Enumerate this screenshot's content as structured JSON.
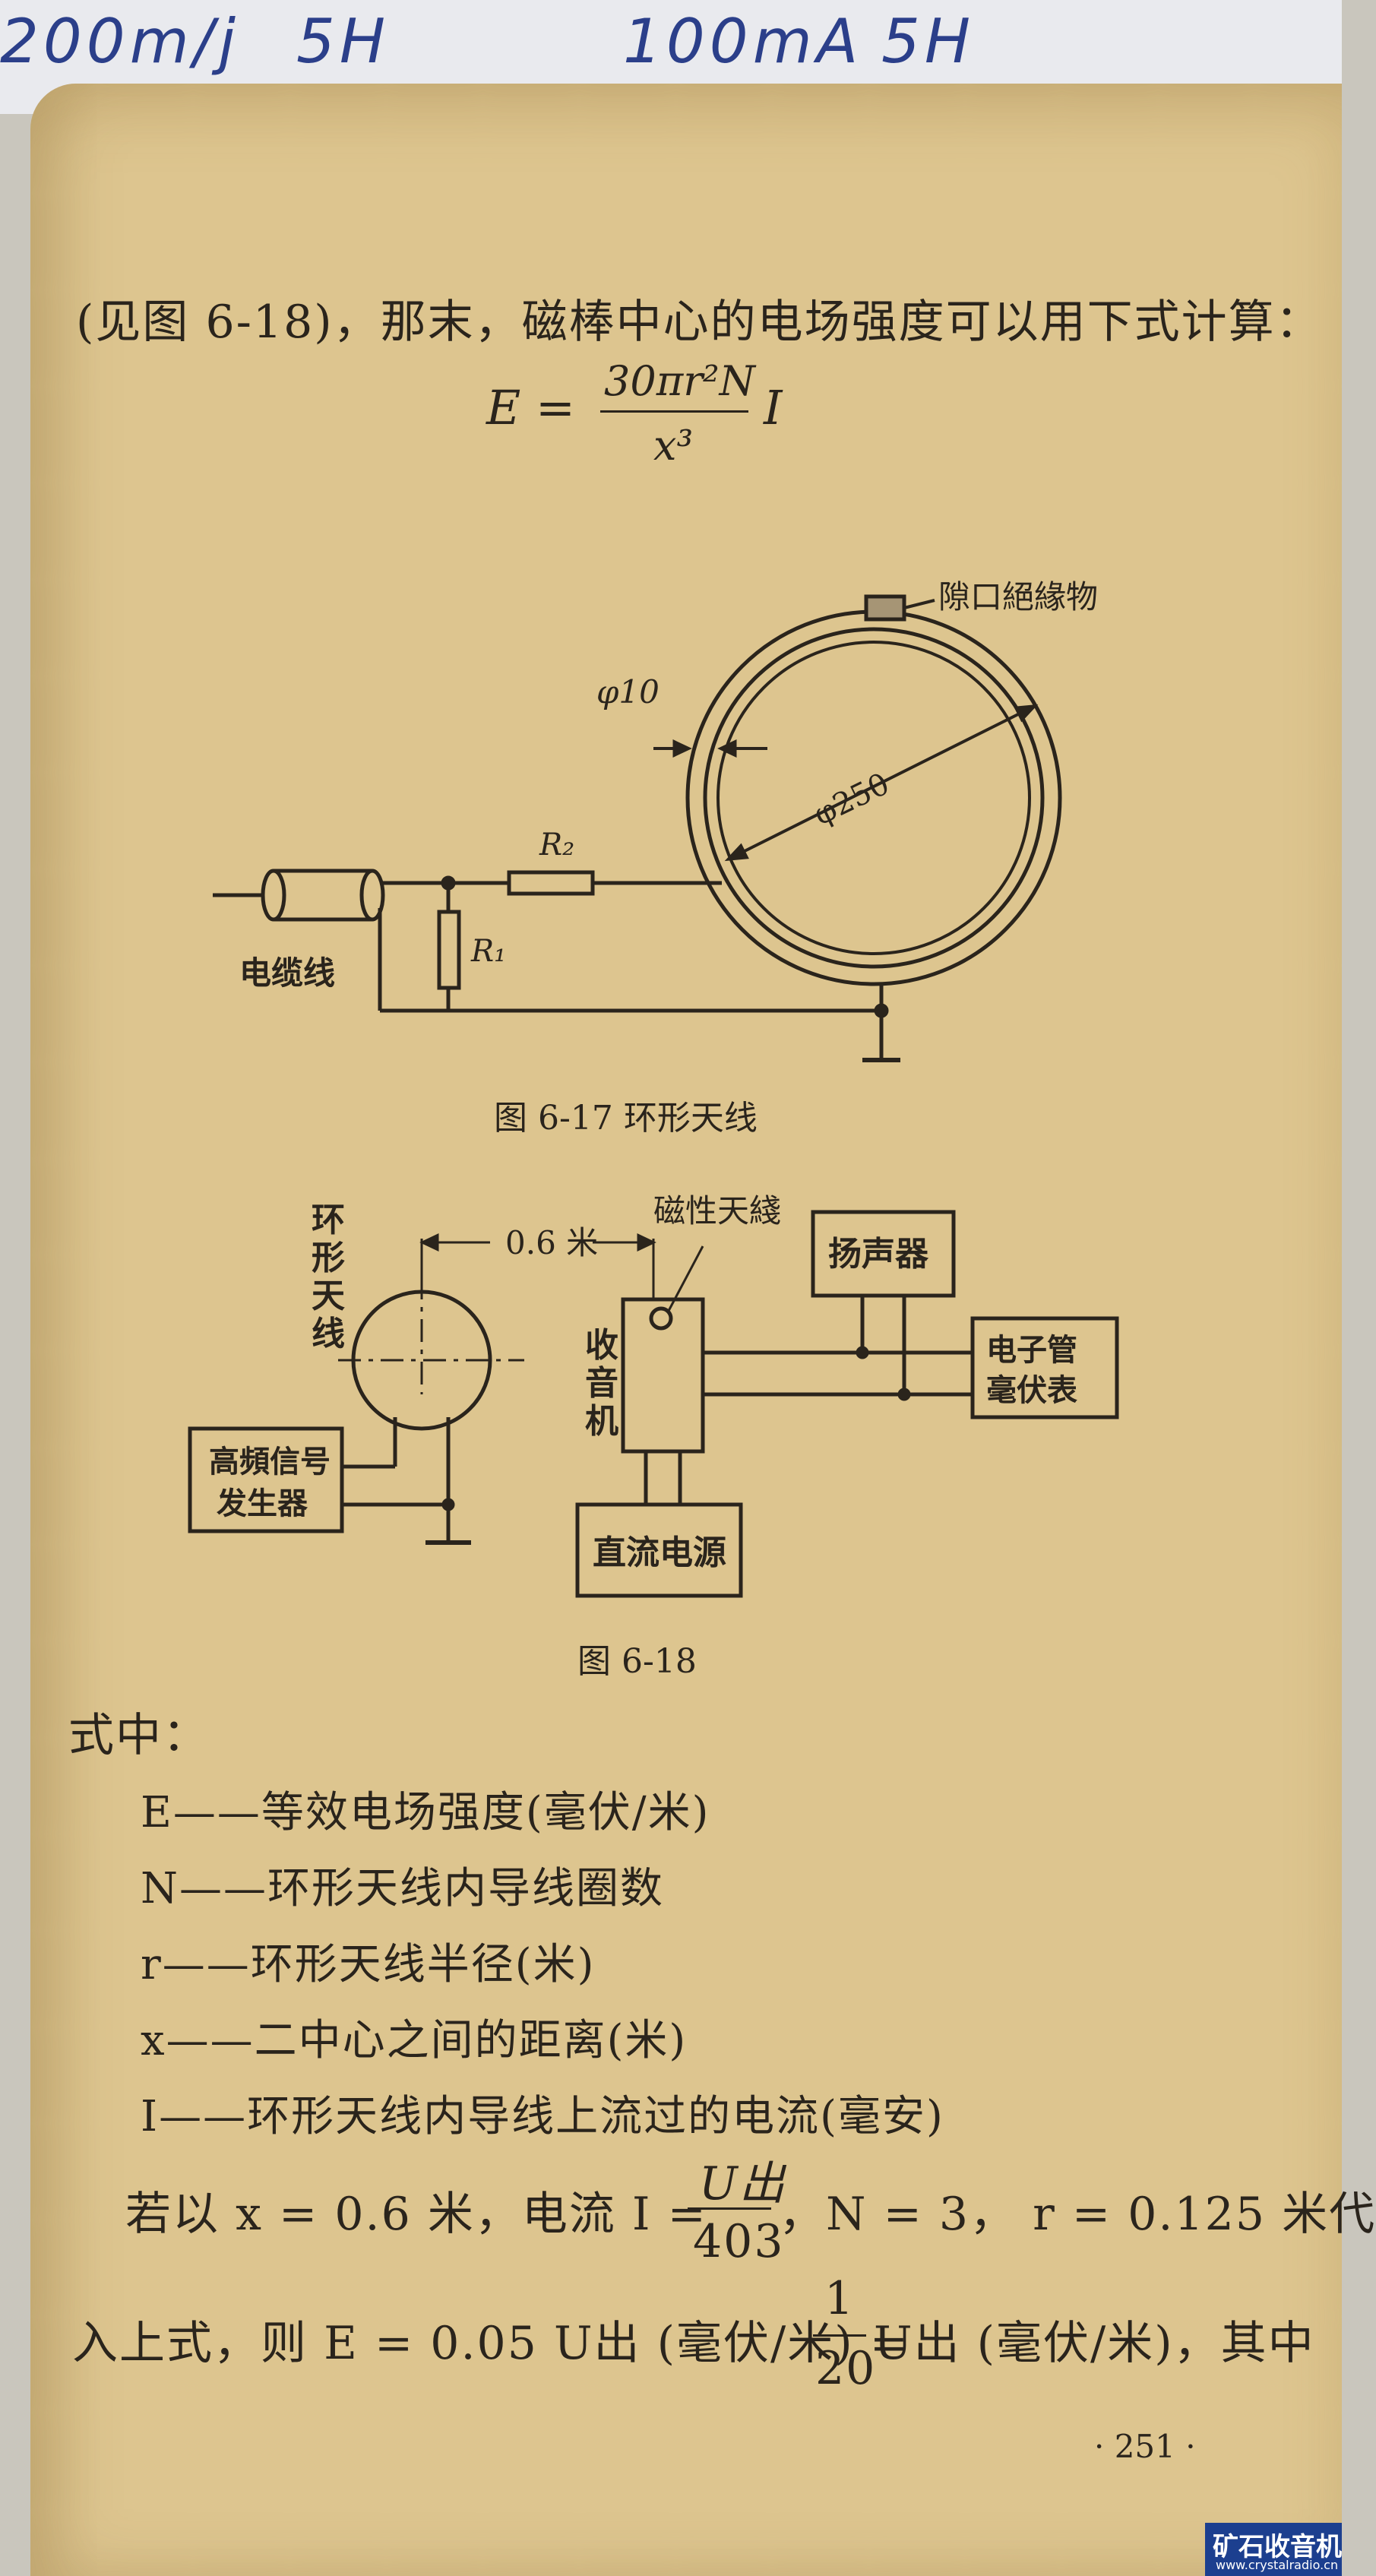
{
  "handwriting": {
    "items": [
      "200m/j",
      "5H",
      "100mA",
      "5H"
    ]
  },
  "text": {
    "intro": "(见图 6-18)，那末，磁棒中心的电场强度可以用下式计算：",
    "formula_lhs": "E =",
    "formula_num": "30πr²N",
    "formula_den": "x³",
    "formula_rhs": "I",
    "shizhong": "式中：",
    "sub_line1": "若以 x = 0.6 米，电流 I =",
    "sub_frac1_num": "U出",
    "sub_frac1_den": "403",
    "sub_line1_tail": "，N = 3， r = 0.125 米代",
    "sub_line2": "入上式，则 E = 0.05 U出 (毫伏/米) =",
    "sub_frac2_num": "1",
    "sub_frac2_den": "20",
    "sub_line2_tail": "U出 (毫伏/米)，其中",
    "page_number": "· 251 ·"
  },
  "definitions": [
    "E——等效电场强度(毫伏/米)",
    "N——环形天线内导线圈数",
    "r——环形天线半径(米)",
    "x——二中心之间的距离(米)",
    "I——环形天线内导线上流过的电流(毫安)"
  ],
  "fig17": {
    "gap_label": "隙口絕緣物",
    "phi10": "φ10",
    "phi250": "φ250",
    "r2": "R₂",
    "r1": "R₁",
    "cable": "电缆线",
    "caption": "图 6-17    环形天线"
  },
  "fig18": {
    "loop_antenna": [
      "环",
      "形",
      "天",
      "线"
    ],
    "distance": "0.6 米",
    "magnetic_antenna": "磁性天綫",
    "speaker": "扬声器",
    "receiver": [
      "收",
      "音",
      "机"
    ],
    "meter": [
      "电子管",
      "毫伏表"
    ],
    "generator": [
      "高頻信号",
      "发生器"
    ],
    "dc_power": "直流电源",
    "caption": "图    6-18"
  },
  "watermark": {
    "brand": "矿石收音机",
    "site": "www.crystalradio.cn"
  }
}
